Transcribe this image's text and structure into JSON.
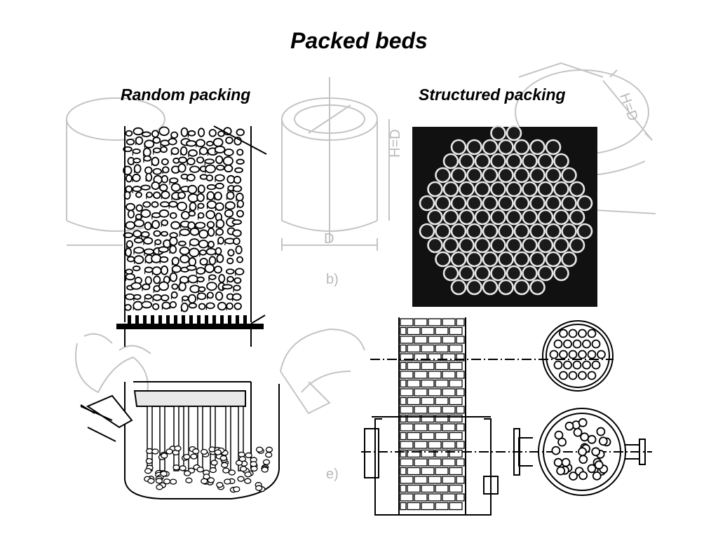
{
  "slide": {
    "title": "Packed beds",
    "left_heading": "Random packing",
    "right_heading": "Structured packing"
  },
  "background_sketch": {
    "label_b": "b)",
    "label_e": "e)",
    "dim_D": "D",
    "dim_HD_left": "H=D",
    "dim_HD_right": "H=D"
  }
}
